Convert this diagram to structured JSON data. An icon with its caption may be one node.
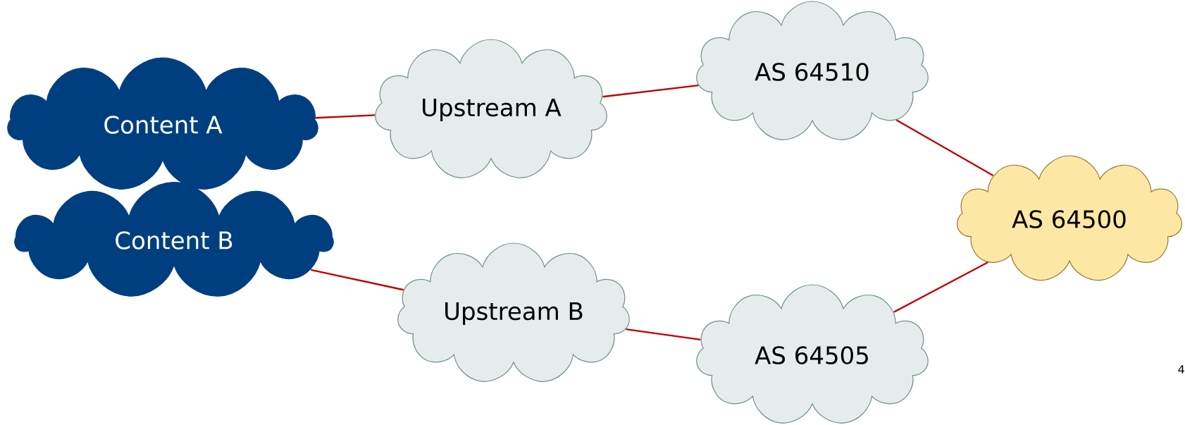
{
  "diagram": {
    "nodes": [
      {
        "text": [
          "Content A"
        ]
      },
      {
        "text": [
          "Content B"
        ]
      },
      {
        "text": [
          "Upstream A"
        ]
      },
      {
        "text": [
          "Upstream B"
        ]
      },
      {
        "text": [
          "AS 64510"
        ]
      },
      {
        "text": [
          "AS 64505"
        ]
      },
      {
        "text": [
          "AS 64500"
        ]
      }
    ],
    "edges": [
      {
        "from": 0,
        "to": 2,
        "arrow": "none"
      },
      {
        "from": 2,
        "to": 4,
        "arrow": "none"
      },
      {
        "from": 4,
        "to": 6,
        "arrow": "none"
      },
      {
        "from": 1,
        "to": 3,
        "arrow": "none"
      },
      {
        "from": 3,
        "to": 5,
        "arrow": "none"
      },
      {
        "from": 5,
        "to": 6,
        "arrow": "none"
      }
    ],
    "labels": [
      "4"
    ]
  }
}
